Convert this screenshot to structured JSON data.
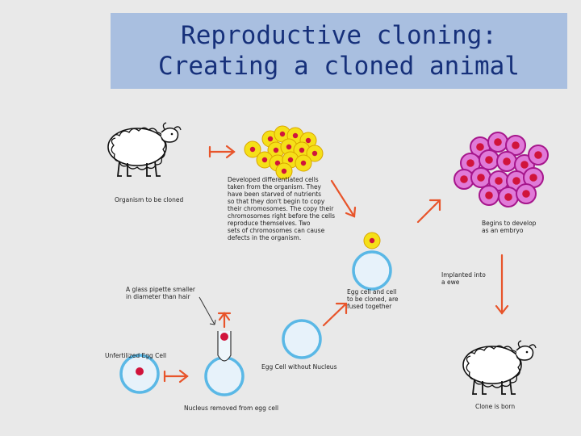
{
  "title": {
    "line1": "Reproductive cloning:",
    "line2": "Creating a cloned animal"
  },
  "labels": {
    "organism": "Organism to be cloned",
    "differentiated_cells": "Developed differentiated cells\ntaken from the organism. They\nhave been starved of nutrients\nso that they don't begin to copy\ntheir chromosomes. The copy their\nchromosomes right before the cells\nreproduce themselves. Two\nsets of chromosomes can cause\ndefects in the organism.",
    "embryo": "Begins to develop\nas an embryo",
    "implanted": "Implanted into\na ewe",
    "fused": "Egg cell and cell\nto be cloned, are\nfused together",
    "pipette": "A glass pipette smaller\nin diameter than hair",
    "unfertilized": "Unfertilized Egg Cell",
    "no_nucleus": "Egg Cell without Nucleus",
    "nucleus_removed": "Nucleus removed from egg cell",
    "clone": "Clone is born"
  },
  "colors": {
    "title_bg": "#a9bfe0",
    "title_text": "#16307a",
    "arrow": "#e8542a",
    "cell_ring": "#5ab8e6",
    "yellow_cell": "#f5e018",
    "nucleus": "#d0143c",
    "embryo_cell": "#e07ad8"
  }
}
